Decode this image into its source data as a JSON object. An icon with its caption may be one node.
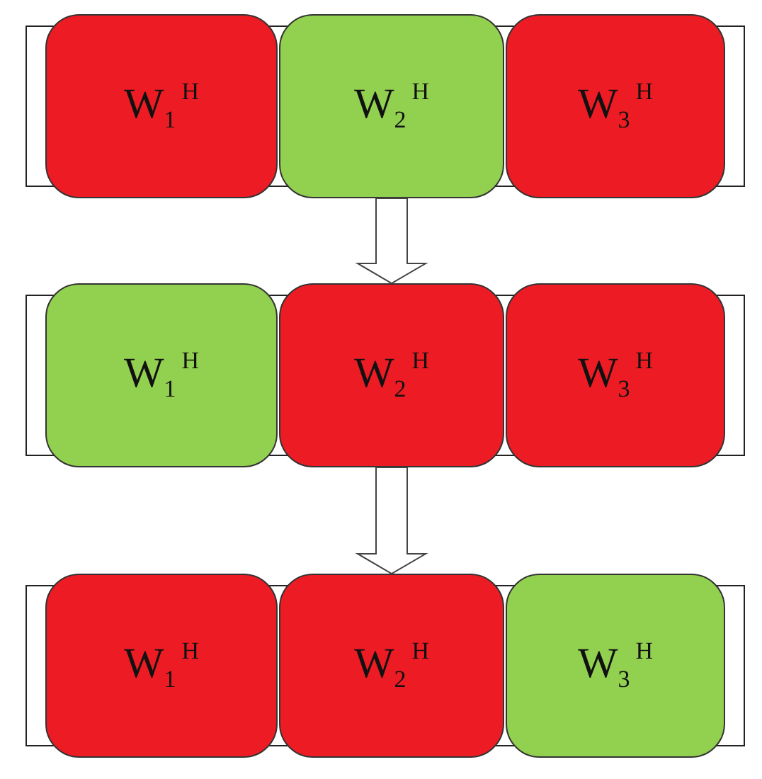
{
  "diagram": {
    "nodes": [
      {
        "text": [
          "W$_{1}$$^{H}$"
        ]
      },
      {
        "text": [
          "W$_{2}$$^{H}$"
        ]
      },
      {
        "text": [
          "W$_{3}$$^{H}$"
        ]
      },
      {
        "text": [
          "W$_{1}$$^{H}$"
        ]
      },
      {
        "text": [
          "W$_{2}$$^{H}$"
        ]
      },
      {
        "text": [
          "W$_{3}$$^{H}$"
        ]
      },
      {
        "text": [
          "W$_{1}$$^{H}$"
        ]
      },
      {
        "text": [
          "W$_{2}$$^{H}$"
        ]
      },
      {
        "text": [
          "W$_{3}$$^{H}$"
        ]
      }
    ],
    "edges": [
      {
        "from": 1,
        "to": 4,
        "arrow": "to"
      },
      {
        "from": 4,
        "to": 7,
        "arrow": "to"
      }
    ]
  }
}
